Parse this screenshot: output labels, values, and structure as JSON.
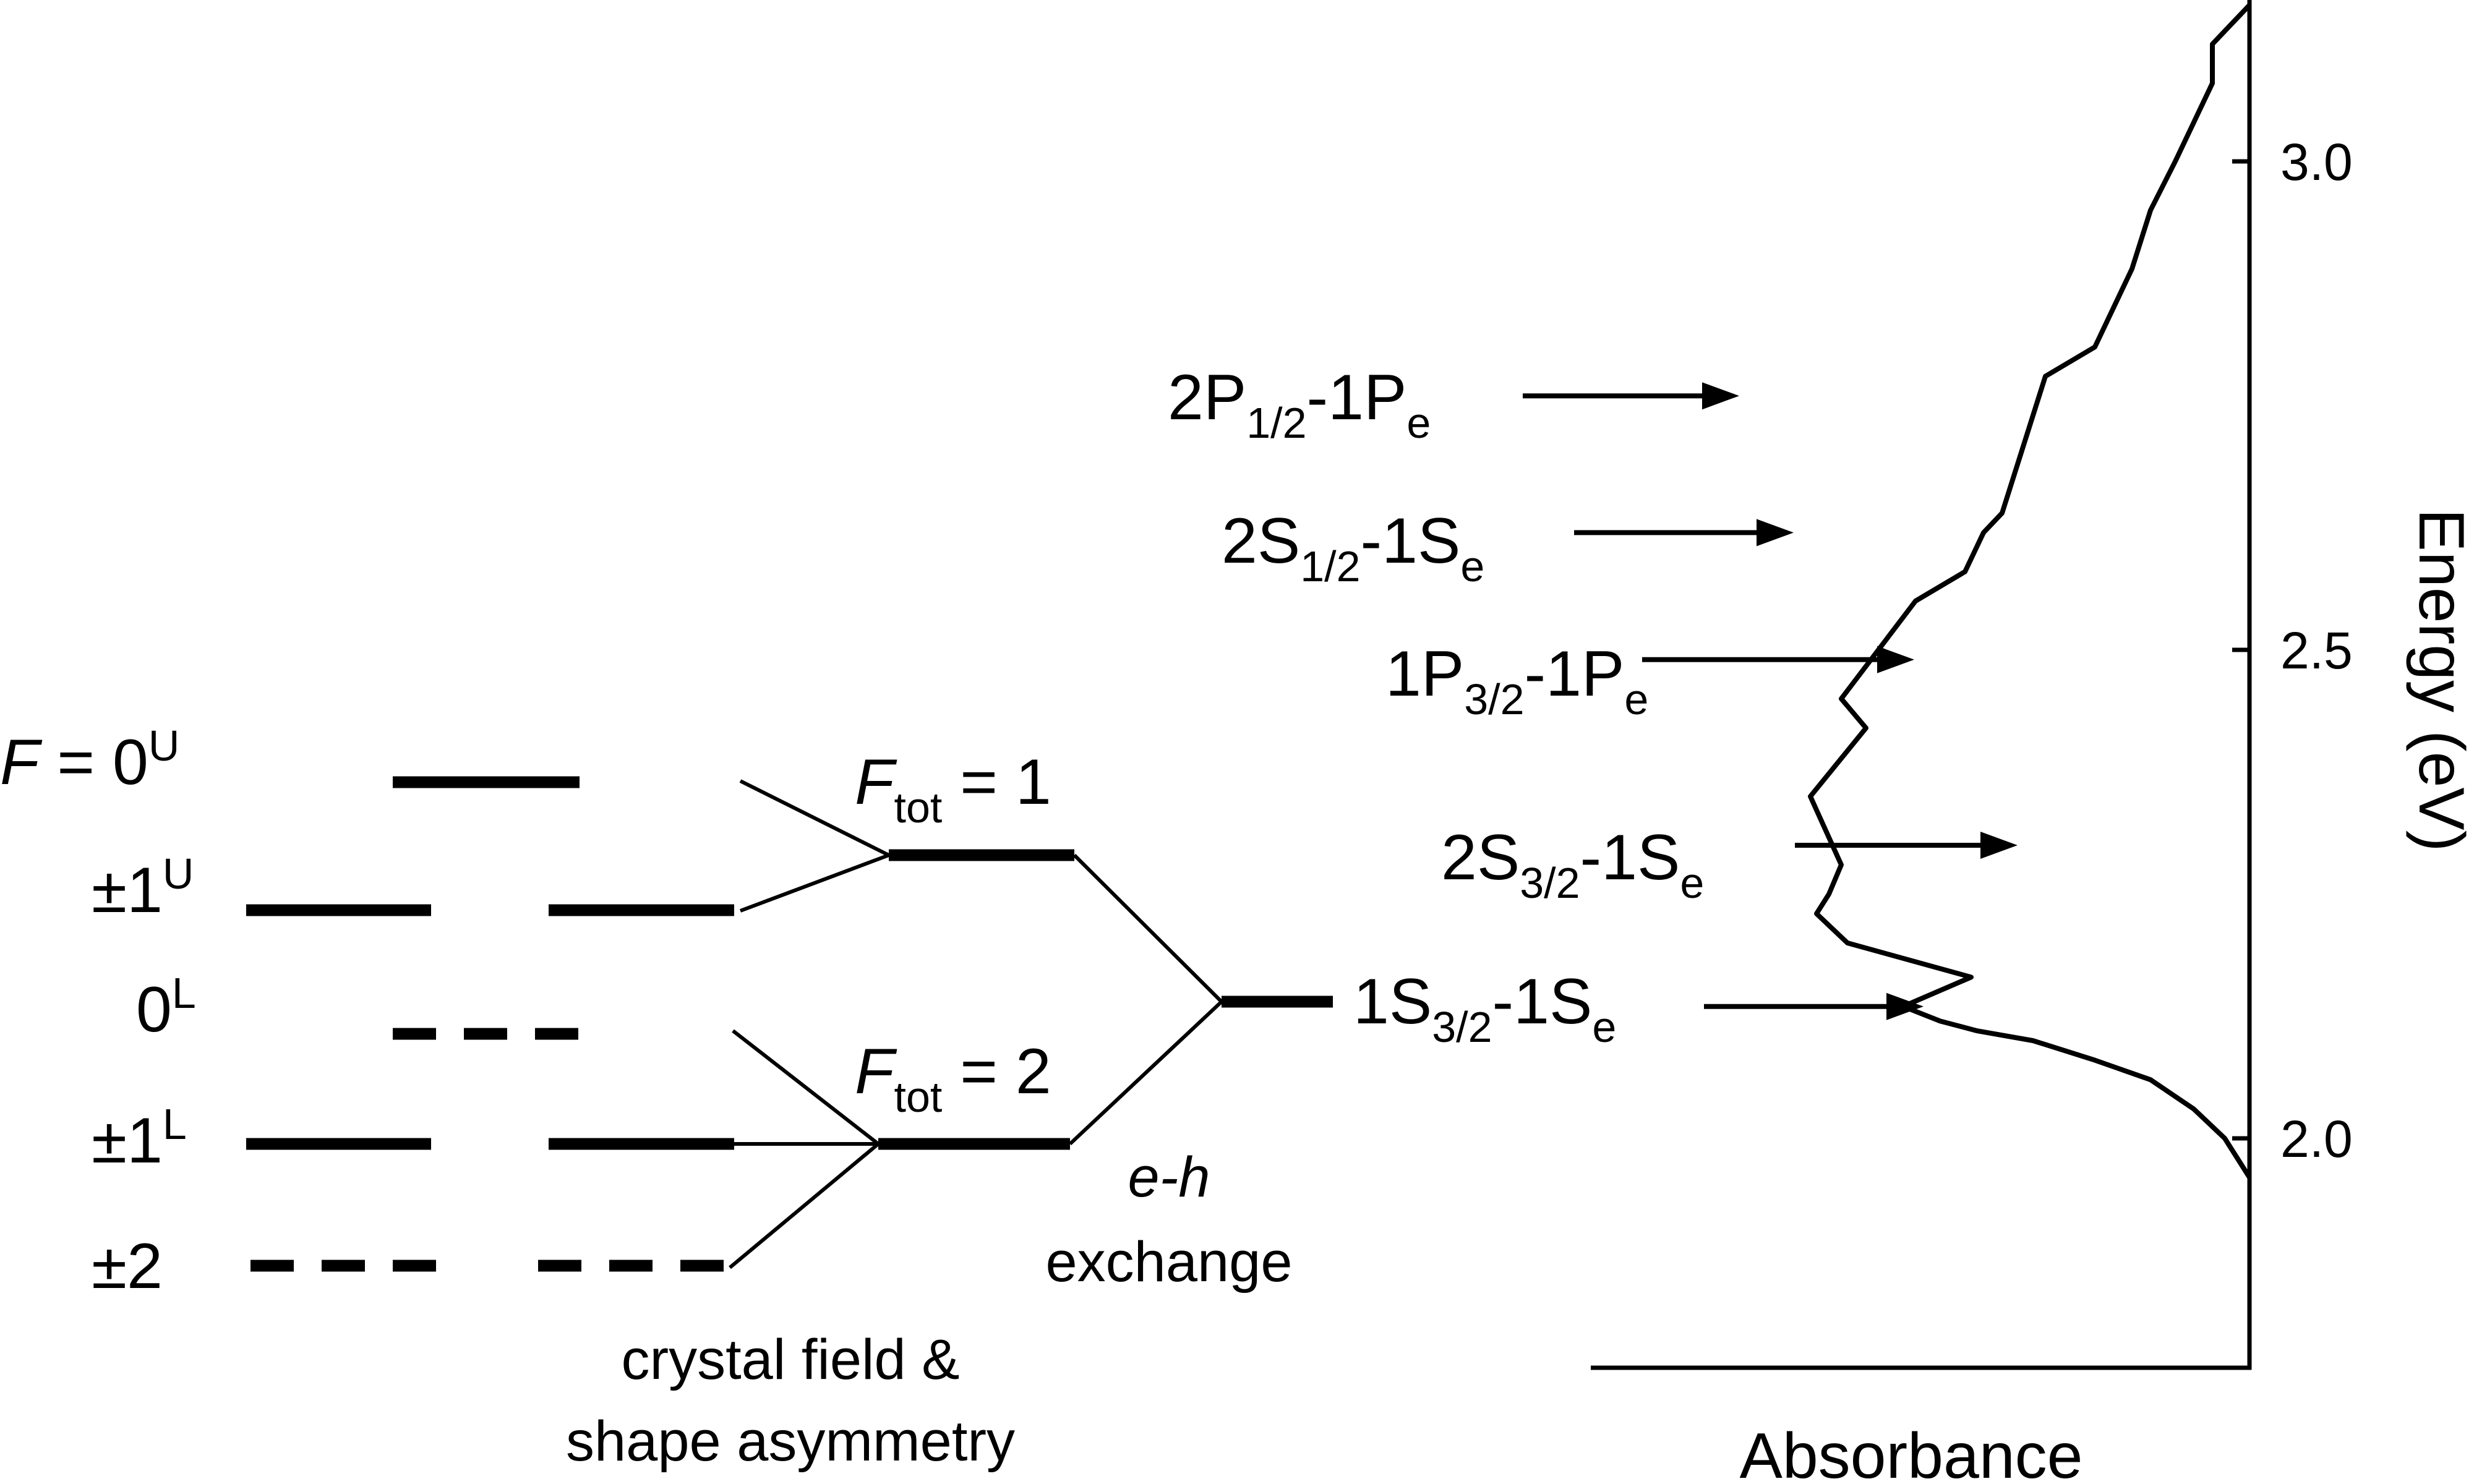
{
  "levels": {
    "f0u_prefix": "F",
    "f0u_main": " = 0",
    "f0u_sup": "U",
    "pm1u_main": "±1",
    "pm1u_sup": "U",
    "zl_main": "0",
    "zl_sup": "L",
    "pm1l_main": "±1",
    "pm1l_sup": "L",
    "pm2_main": "±2"
  },
  "ftot1": {
    "f": "F",
    "sub": "tot",
    "rest": " = 1"
  },
  "ftot2": {
    "f": "F",
    "sub": "tot",
    "rest": " = 2"
  },
  "exchange": {
    "line1": "e-h",
    "line2": "exchange"
  },
  "crystal": {
    "line1": "crystal field &",
    "line2": "shape asymmetry"
  },
  "transitions": [
    {
      "a": "2P",
      "a_sub": "1/2",
      "b": "-1P",
      "b_sub": "e"
    },
    {
      "a": "2S",
      "a_sub": "1/2",
      "b": "-1S",
      "b_sub": "e"
    },
    {
      "a": "1P",
      "a_sub": "3/2",
      "b": "-1P",
      "b_sub": "e"
    },
    {
      "a": "2S",
      "a_sub": "3/2",
      "b": "-1S",
      "b_sub": "e"
    },
    {
      "a": "1S",
      "a_sub": "3/2",
      "b": "-1S",
      "b_sub": "e"
    }
  ],
  "chart_data": {
    "type": "line",
    "xlabel": "Absorbance",
    "ylabel": "Energy (eV)",
    "ylim": [
      1.76,
      3.16
    ],
    "yticks": [
      "2.0",
      "2.5",
      "3.0"
    ],
    "ytick_values": [
      2.0,
      2.5,
      3.0
    ],
    "grid": false,
    "series": [
      {
        "x": [
          0.0,
          0.04,
          0.09,
          0.16,
          0.25,
          0.35,
          0.44,
          0.5,
          0.56,
          0.45,
          0.65,
          0.7,
          0.68,
          0.66,
          0.71,
          0.62,
          0.66,
          0.6,
          0.54,
          0.46,
          0.43,
          0.4,
          0.33,
          0.25,
          0.19,
          0.16,
          0.12,
          0.09,
          0.06,
          0.06,
          0.03,
          0.0
        ],
        "y": [
          1.96,
          2.0,
          2.03,
          2.06,
          2.08,
          2.1,
          2.11,
          2.12,
          2.135,
          2.165,
          2.2,
          2.23,
          2.25,
          2.28,
          2.35,
          2.42,
          2.45,
          2.5,
          2.55,
          2.58,
          2.62,
          2.64,
          2.78,
          2.81,
          2.89,
          2.95,
          3.0,
          3.04,
          3.08,
          3.12,
          3.14,
          3.16
        ]
      }
    ],
    "annotations": [
      {
        "label": "2P1/2-1Pe",
        "energy": 2.76
      },
      {
        "label": "2S1/2-1Se",
        "energy": 2.62
      },
      {
        "label": "1P3/2-1Pe",
        "energy": 2.49
      },
      {
        "label": "2S3/2-1Se",
        "energy": 2.3
      },
      {
        "label": "1S3/2-1Se",
        "energy": 2.135
      }
    ]
  }
}
